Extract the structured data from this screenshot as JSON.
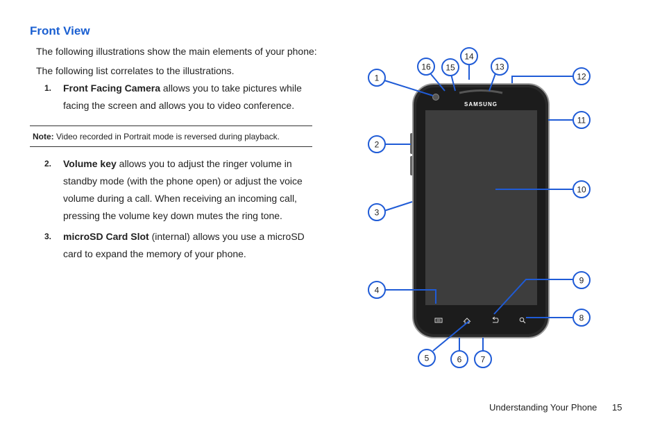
{
  "heading": "Front View",
  "intro1": "The following illustrations show the main elements of your phone:",
  "intro2": "The following list correlates to the illustrations.",
  "items": [
    {
      "num": "1.",
      "term": "Front Facing Camera",
      "text": " allows you to take pictures while facing the screen and allows you to video conference."
    },
    {
      "num": "2.",
      "term": "Volume key",
      "text": " allows you to adjust the ringer volume in standby mode (with the phone open) or adjust the voice volume during a call. When receiving an incoming call, pressing the volume key down mutes the ring tone."
    },
    {
      "num": "3.",
      "term": "microSD Card Slot",
      "text": " (internal) allows you use a microSD card to expand the memory of your phone."
    }
  ],
  "note": {
    "label": "Note:",
    "text": " Video recorded in Portrait mode is reversed during playback."
  },
  "phone": {
    "brand": "SAMSUNG"
  },
  "callouts": [
    "1",
    "2",
    "3",
    "4",
    "5",
    "6",
    "7",
    "8",
    "9",
    "10",
    "11",
    "12",
    "13",
    "14",
    "15",
    "16"
  ],
  "footer": {
    "section": "Understanding Your Phone",
    "page": "15"
  },
  "colors": {
    "heading": "#1a5fd1",
    "callout": "#1f5bd6"
  }
}
